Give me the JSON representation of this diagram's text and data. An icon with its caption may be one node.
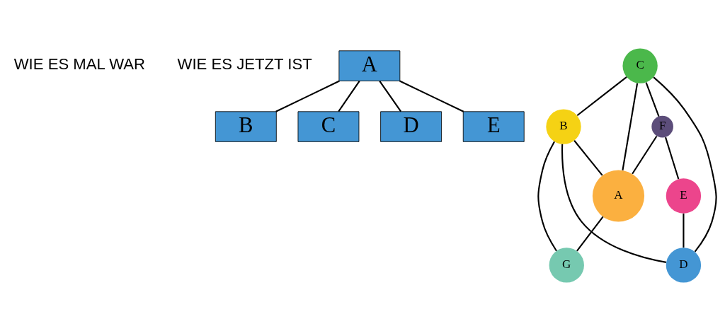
{
  "diagram": {
    "nodes": [
      {
        "text": [
          "A"
        ]
      },
      {
        "text": [
          "B"
        ]
      },
      {
        "text": [
          "C"
        ]
      },
      {
        "text": [
          "D"
        ]
      },
      {
        "text": [
          "E"
        ]
      },
      {
        "text": [
          "B"
        ]
      },
      {
        "text": [
          "C"
        ]
      },
      {
        "text": [
          "A"
        ]
      },
      {
        "text": [
          "D"
        ]
      },
      {
        "text": [
          "F"
        ]
      },
      {
        "text": [
          "E"
        ]
      },
      {
        "text": [
          "G"
        ]
      }
    ],
    "edges": [
      {
        "from": 0,
        "to": 1,
        "arrow": "none"
      },
      {
        "from": 0,
        "to": 2,
        "arrow": "none"
      },
      {
        "from": 0,
        "to": 3,
        "arrow": "none"
      },
      {
        "from": 0,
        "to": 4,
        "arrow": "none"
      },
      {
        "from": 6,
        "to": 5,
        "arrow": "none"
      },
      {
        "from": 6,
        "to": 7,
        "arrow": "none"
      },
      {
        "from": 6,
        "to": 8,
        "arrow": "none"
      },
      {
        "from": 6,
        "to": 9,
        "arrow": "none"
      },
      {
        "from": 5,
        "to": 7,
        "arrow": "none"
      },
      {
        "from": 5,
        "to": 8,
        "arrow": "none"
      },
      {
        "from": 5,
        "to": 11,
        "arrow": "none"
      },
      {
        "from": 9,
        "to": 7,
        "arrow": "none"
      },
      {
        "from": 9,
        "to": 10,
        "arrow": "none"
      },
      {
        "from": 10,
        "to": 8,
        "arrow": "none"
      },
      {
        "from": 7,
        "to": 11,
        "arrow": "none"
      }
    ],
    "labels": [
      "WIE ES MAL WAR",
      "WIE ES JETZT IST"
    ]
  }
}
